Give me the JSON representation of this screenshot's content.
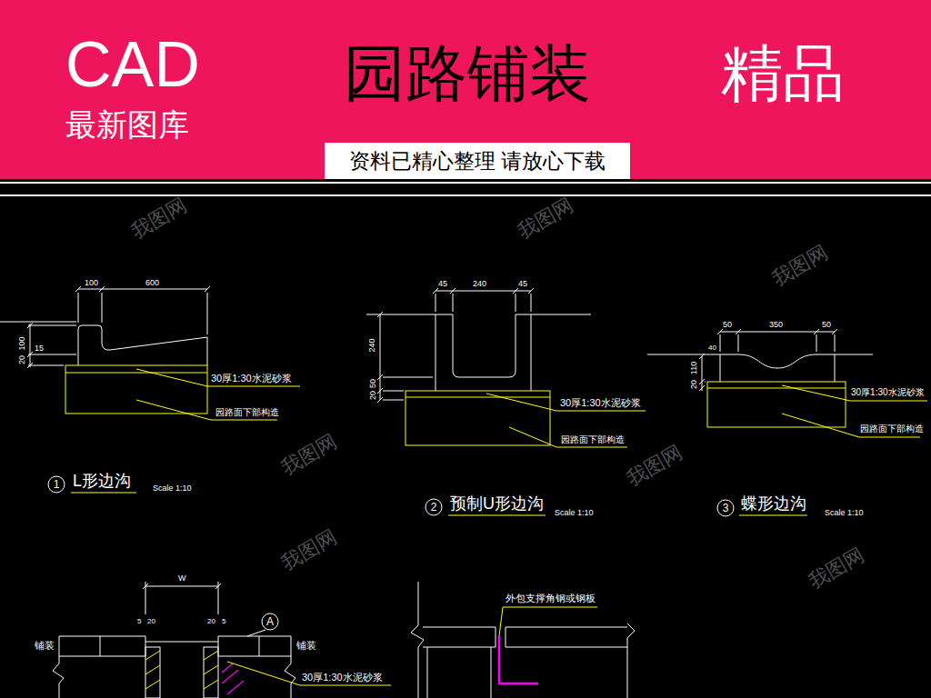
{
  "diagram": {
    "nodes": [
      {
        "text": [
          "CAD",
          "最新图库",
          "园路铺装",
          "精品"
        ]
      },
      {
        "text": [
          "资料已精心整理 请放心下载"
        ],
        "in": 0
      },
      {
        "text": [
          "1"
        ]
      },
      {
        "text": [
          "2"
        ]
      },
      {
        "text": [
          "3"
        ]
      },
      {
        "text": [
          "A"
        ]
      }
    ],
    "labels": [
      "100",
      "600",
      "100",
      "20",
      "15",
      "30厚1:30水泥砂浆",
      "园路面下部构造",
      "L形边沟",
      "Scale 1:10",
      "45",
      "240",
      "45",
      "240",
      "50",
      "20",
      "30厚1:30水泥砂浆",
      "园路面下部构造",
      "预制U形边沟",
      "Scale 1:10",
      "50",
      "350",
      "50",
      "110",
      "40",
      "20",
      "30厚1:30水泥砂浆",
      "园路面下部构造",
      "蝶形边沟",
      "Scale 1:10",
      "W",
      "5",
      "20",
      "20",
      "5",
      "铺装",
      "铺装",
      "30厚1:30水泥砂浆",
      "外包支撑角钢或钢板",
      "我图网",
      "我图网",
      "我图网",
      "我图网",
      "我图网",
      "我图网",
      "我图网"
    ]
  }
}
